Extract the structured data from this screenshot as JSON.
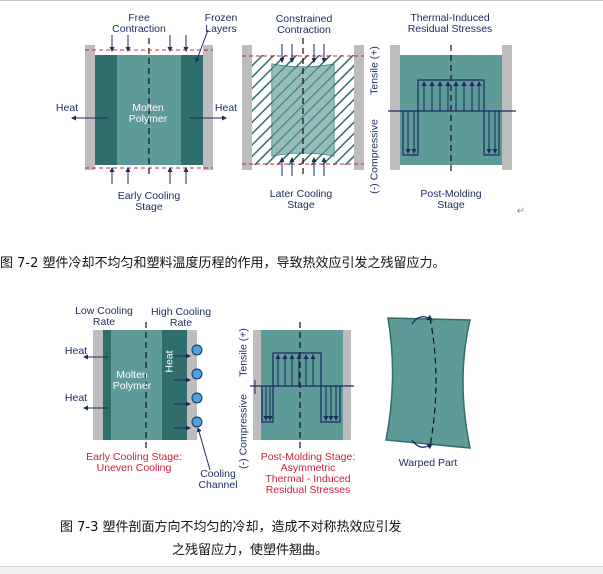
{
  "figure1": {
    "labels": {
      "free_contraction": "Free\nContraction",
      "frozen_layers": "Frozen\nLayers",
      "constrained_contraction": "Constrained\nContraction",
      "thermal_induced": "Thermal-Induced\nResidual Stresses",
      "heat_left": "Heat",
      "heat_right": "Heat",
      "molten_polymer": "Molten\nPolymer",
      "early_cooling": "Early Cooling\nStage",
      "later_cooling": "Later Cooling\nStage",
      "post_molding": "Post-Molding\nStage",
      "tensile": "Tensile (+)",
      "compressive": "(-) Compressive"
    },
    "caption": "图 7-2   塑件冷却不均匀和塑料温度历程的作用，导致热效应引发之残留应力。"
  },
  "figure2": {
    "labels": {
      "low_cooling": "Low Cooling\nRate",
      "high_cooling": "High Cooling\nRate",
      "heat_top": "Heat",
      "heat_bottom": "Heat",
      "heat_vertical": "Heat",
      "molten_polymer": "Molten\nPolymer",
      "early_uneven": "Early Cooling Stage:\nUneven Cooling",
      "cooling_channel": "Cooling\nChannel",
      "tensile": "Tensile (+)",
      "compressive": "(-) Compressive",
      "post_molding_asym": "Post-Molding Stage:\nAsymmetric\nThermal - Induced\nResidual Stresses",
      "warped_part": "Warped Part"
    },
    "caption_line1": "图 7-3   塑件剖面方向不均匀的冷却，造成不对称热效应引发",
    "caption_line2": "之残留应力，使塑件翘曲。"
  },
  "marks": {
    "return_mark": "↵"
  },
  "colors": {
    "teal_light": "#5e9a98",
    "teal_dark": "#2f6e6a",
    "mold_gray": "#bdbdbd",
    "navy": "#1a2b5e",
    "red": "#d0203a"
  }
}
